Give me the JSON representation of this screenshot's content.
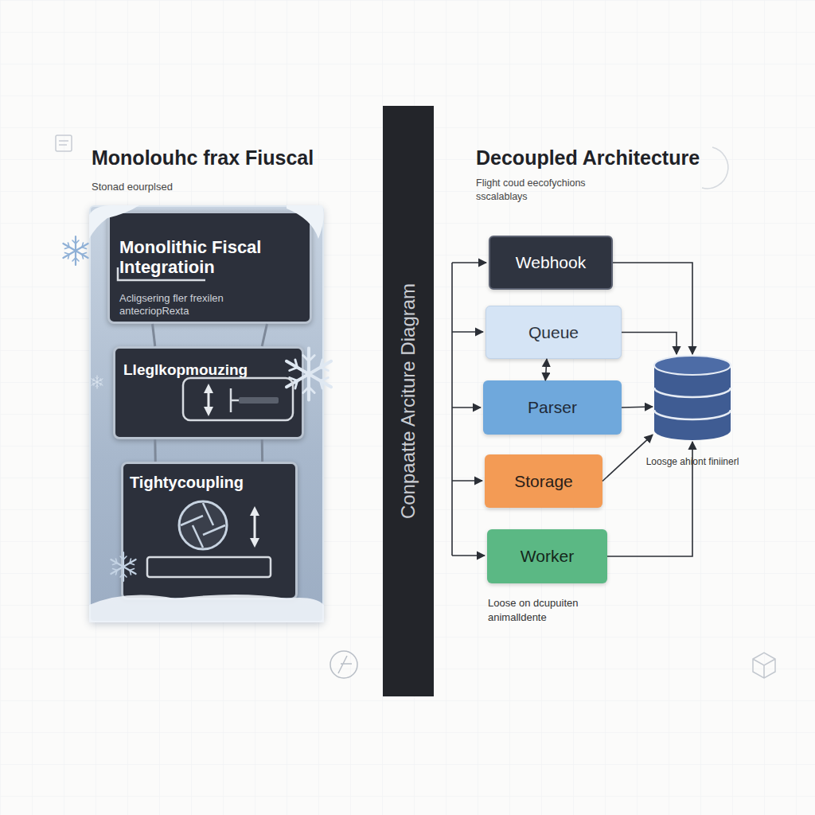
{
  "diagram": {
    "nodes": [
      {
        "text": [
          "Monolouhc frax Fiuscal",
          "Stonad eourplsed"
        ]
      },
      {
        "text": [
          "Monolithic Fiscal Integratioin",
          "Acligsering fler frexilen antecriopRexta"
        ],
        "in": 0
      },
      {
        "text": [
          "Lleglkopmouzing"
        ],
        "in": 0
      },
      {
        "text": [
          "Tightycoupling"
        ],
        "in": 0
      },
      {
        "text": [
          "Conpaatte Arciture Diagram"
        ]
      },
      {
        "text": [
          "Webhook"
        ]
      },
      {
        "text": [
          "Queue"
        ]
      },
      {
        "text": [
          "Parser"
        ]
      },
      {
        "text": [
          "Storage"
        ]
      },
      {
        "text": [
          "Worker"
        ]
      },
      {
        "text": [
          "Loosge ahiont finiinerl"
        ]
      }
    ],
    "edges": [
      {
        "from": 1,
        "to": 2,
        "arrow": "none"
      },
      {
        "from": 1,
        "to": 2,
        "arrow": "none"
      },
      {
        "from": 2,
        "to": 3,
        "arrow": "none"
      },
      {
        "from": 2,
        "to": 3,
        "arrow": "none"
      },
      {
        "from": 5,
        "to": 10,
        "arrow": "to"
      },
      {
        "from": 6,
        "to": 10,
        "arrow": "to"
      },
      {
        "from": 6,
        "to": 7,
        "arrow": "both"
      },
      {
        "from": 7,
        "to": 10,
        "arrow": "to"
      },
      {
        "from": 8,
        "to": 10,
        "arrow": "to"
      },
      {
        "from": 9,
        "to": 10,
        "arrow": "to"
      }
    ],
    "labels": [
      "Decoupled Architecture",
      "Flight coud eecofychions sscalablays",
      "Loose on dcupuiten animalldente"
    ]
  }
}
